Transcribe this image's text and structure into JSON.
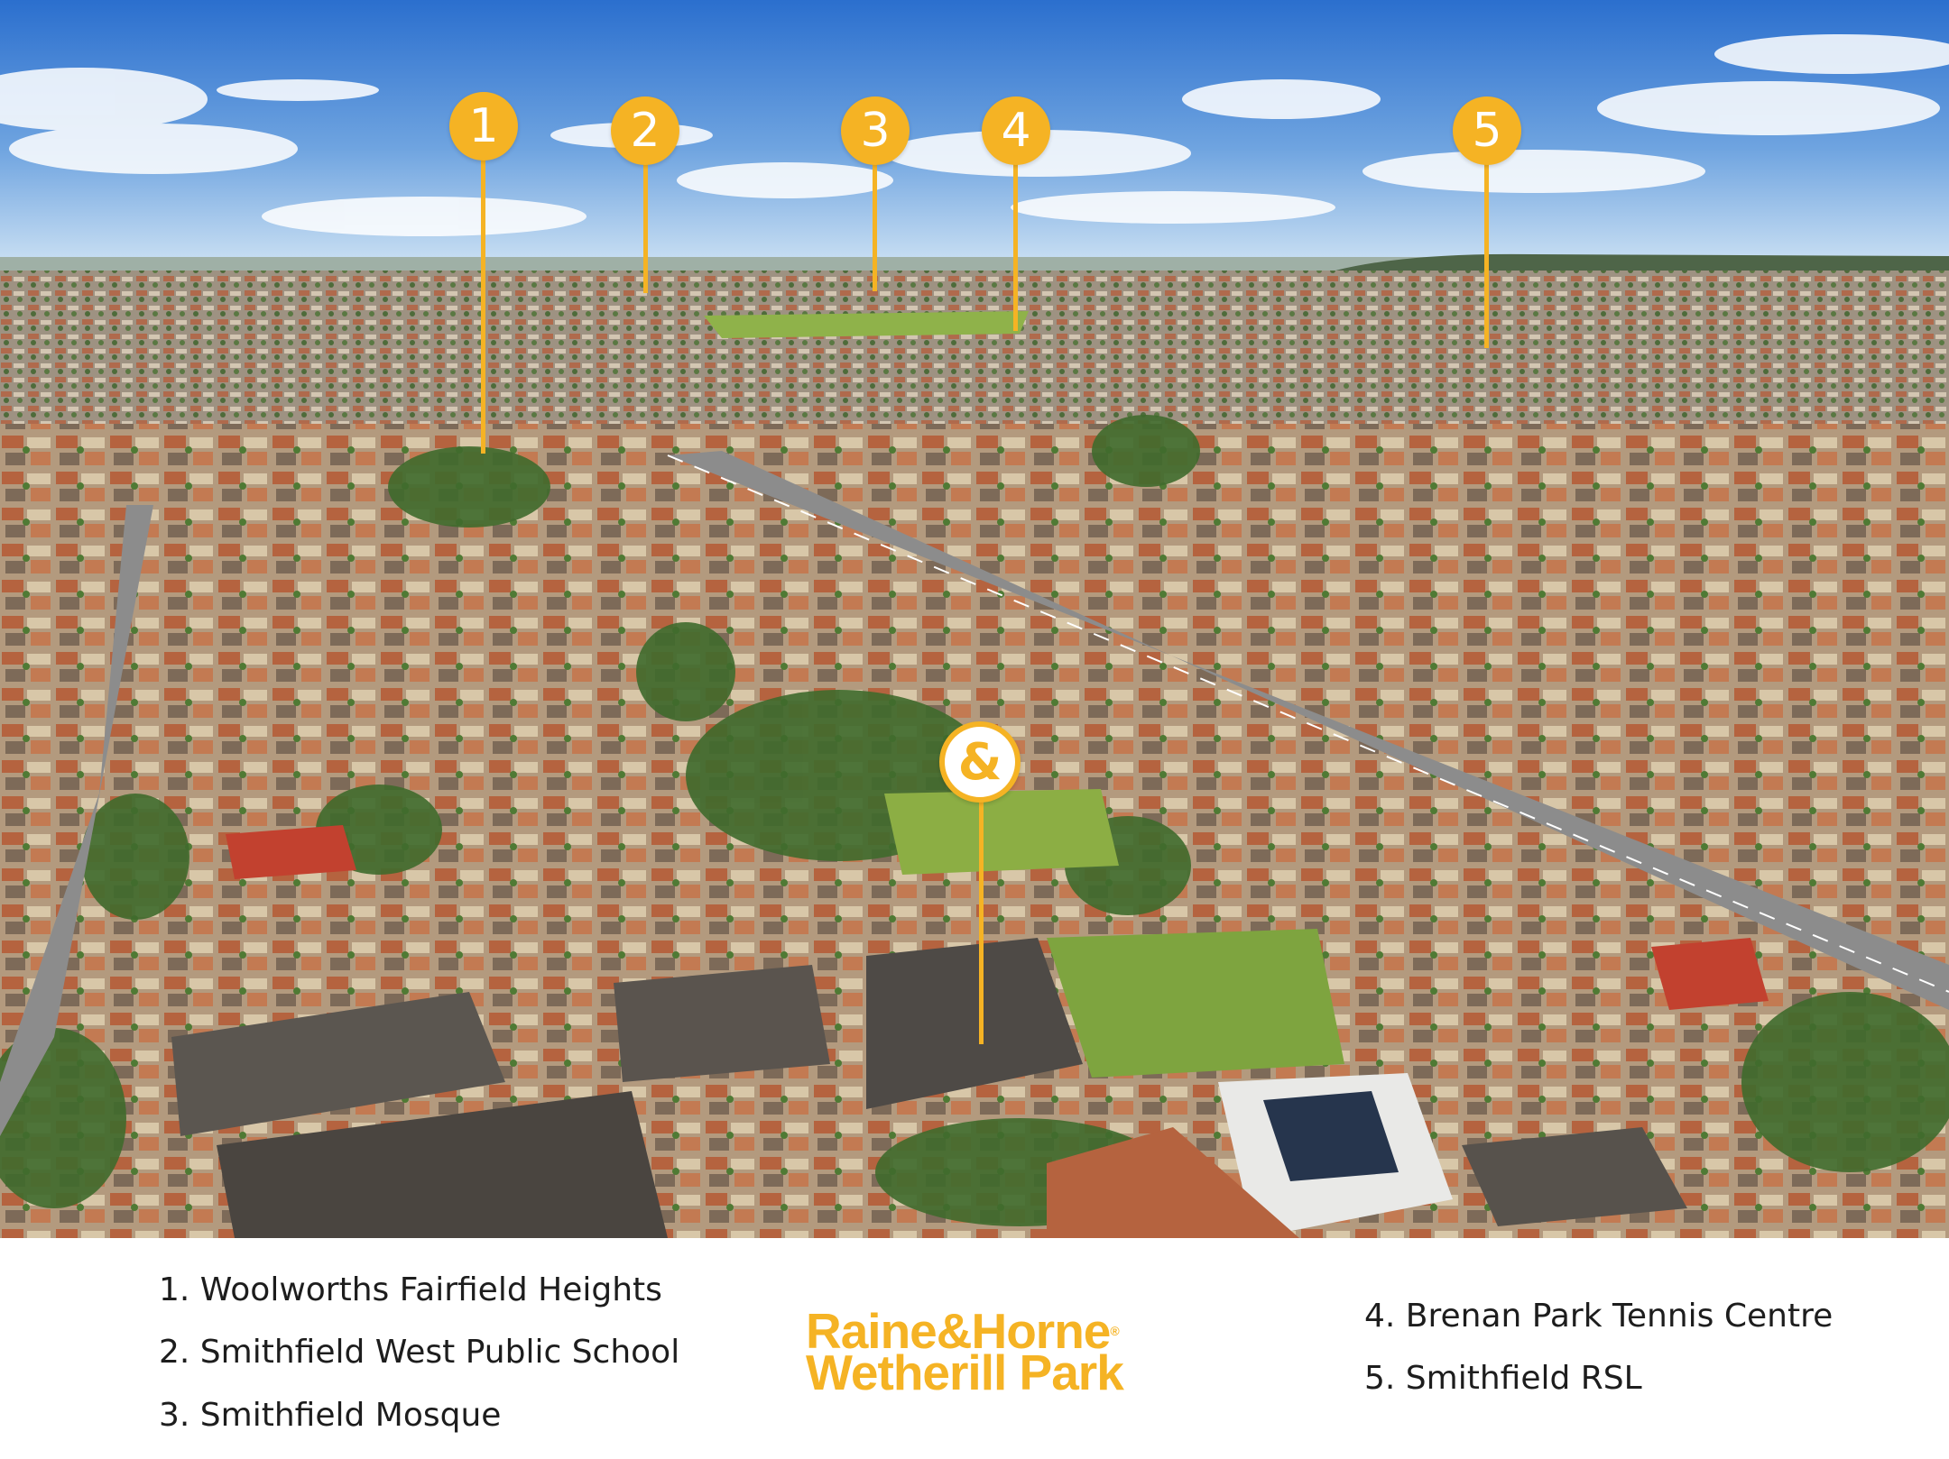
{
  "markers": [
    {
      "label": "1"
    },
    {
      "label": "2"
    },
    {
      "label": "3"
    },
    {
      "label": "4"
    },
    {
      "label": "5"
    }
  ],
  "property_marker": "&",
  "legend_left": [
    "1. Woolworths Fairfield Heights",
    "2. Smithfield West Public School",
    "3. Smithfield Mosque"
  ],
  "legend_right": [
    "4. Brenan Park Tennis Centre",
    "5. Smithfield RSL"
  ],
  "brand": {
    "line1": "Raine&Horne",
    "line2": "Wetherill Park",
    "registered": "®"
  },
  "colors": {
    "accent": "#f5b324",
    "sky_top": "#2b6fce",
    "sky_bottom": "#cfe3f4",
    "vegetation": "#4f7a34",
    "roof_terracotta": "#b5633f",
    "road": "#8c8c8c"
  }
}
